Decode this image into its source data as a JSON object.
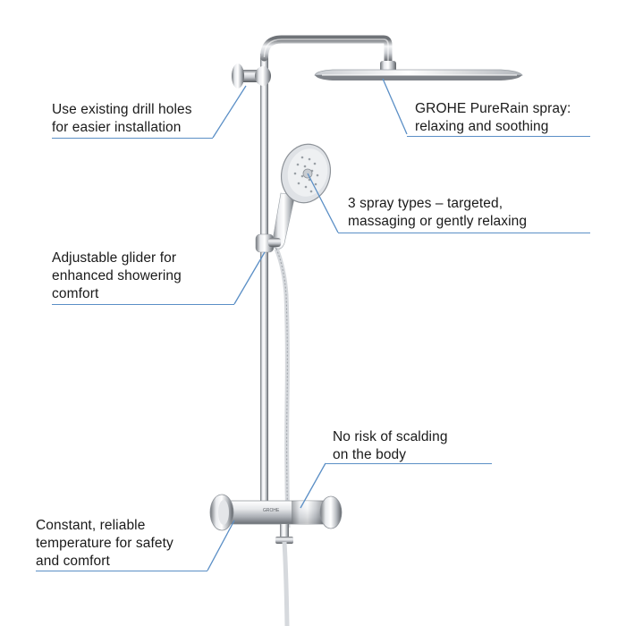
{
  "accent_color": "#5b8fc6",
  "callouts": {
    "drill_holes": {
      "lines": [
        "Use existing drill holes",
        "for easier installation"
      ]
    },
    "purerain": {
      "lines": [
        "GROHE PureRain spray:",
        "relaxing and soothing"
      ]
    },
    "spray_types": {
      "lines": [
        "3 spray types – targeted,",
        "massaging or gently relaxing"
      ]
    },
    "glider": {
      "lines": [
        "Adjustable glider for",
        "enhanced showering",
        "comfort"
      ]
    },
    "scalding": {
      "lines": [
        "No risk of scalding",
        "on the body"
      ]
    },
    "temperature": {
      "lines": [
        "Constant, reliable",
        "temperature for safety",
        "and comfort"
      ]
    }
  },
  "product": {
    "thermostat_brand_mark": "GROHE",
    "icons": [
      "rain-shower-head-icon",
      "hand-shower-icon",
      "shower-rail-icon",
      "thermostat-icon"
    ]
  }
}
